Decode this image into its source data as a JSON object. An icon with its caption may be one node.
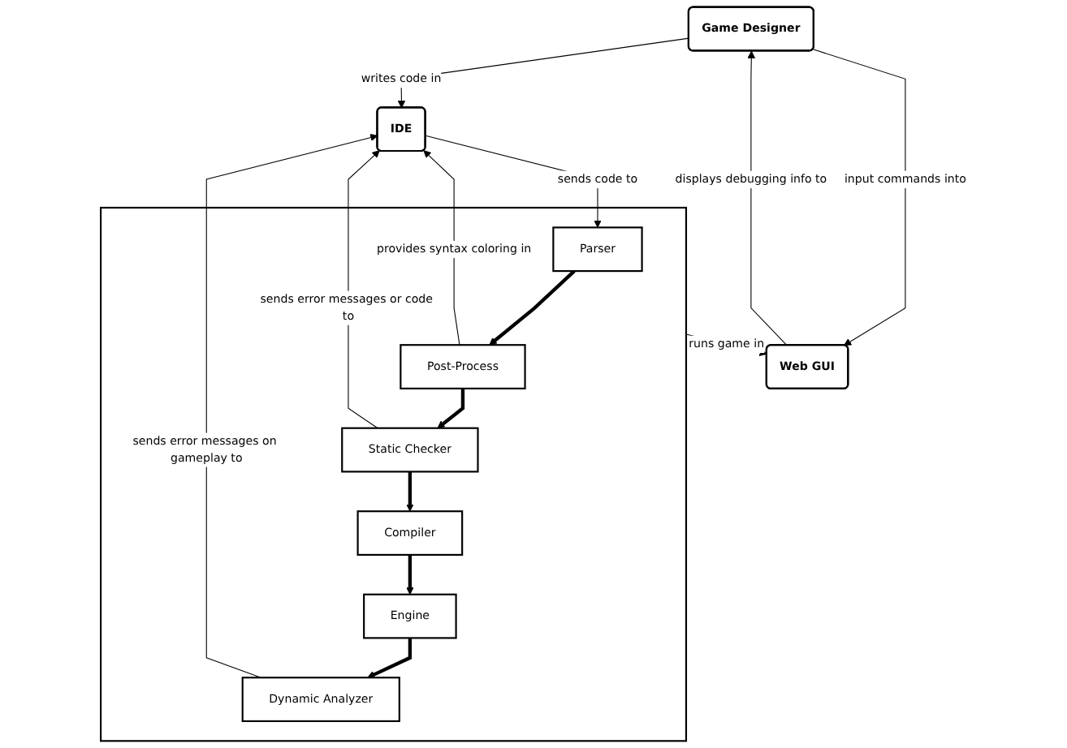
{
  "diagram": {
    "nodes": [
      {
        "text": [
          "Game Designer"
        ]
      },
      {
        "text": [
          "IDE"
        ]
      },
      {
        "text": [],
        "shape": "box"
      },
      {
        "text": [
          "Parser"
        ],
        "in": 2
      },
      {
        "text": [
          "Post-Process"
        ],
        "in": 2
      },
      {
        "text": [
          "Static Checker"
        ],
        "in": 2
      },
      {
        "text": [
          "Dynamic Analyzer"
        ],
        "in": 2
      },
      {
        "text": [
          "Engine"
        ],
        "in": 2
      },
      {
        "text": [
          "Compiler"
        ],
        "in": 2
      },
      {
        "text": [
          "Web GUI"
        ]
      }
    ],
    "edges": [
      {
        "from": 0,
        "to": 1,
        "arrow": "to",
        "label": "writes code in"
      },
      {
        "from": 1,
        "to": 3,
        "arrow": "to",
        "label": "sends code to"
      },
      {
        "from": 4,
        "to": 1,
        "arrow": "to",
        "label": "provides syntax coloring in"
      },
      {
        "from": 5,
        "to": 1,
        "arrow": "to",
        "label": "sends error messages or code to"
      },
      {
        "from": 3,
        "to": 4,
        "arrow": "to",
        "style": "thick"
      },
      {
        "from": 4,
        "to": 5,
        "arrow": "to",
        "style": "thick"
      },
      {
        "from": 5,
        "to": 8,
        "arrow": "to",
        "style": "thick"
      },
      {
        "from": 8,
        "to": 7,
        "arrow": "to",
        "style": "thick"
      },
      {
        "from": 7,
        "to": 6,
        "arrow": "to",
        "style": "thick"
      },
      {
        "from": 6,
        "to": 1,
        "arrow": "to",
        "label": "sends error messages on gameplay to"
      },
      {
        "from": 0,
        "to": 9,
        "arrow": "to",
        "label": "input commands into"
      },
      {
        "from": 9,
        "to": 0,
        "arrow": "to",
        "label": "displays debugging info to"
      },
      {
        "from": 2,
        "to": 9,
        "arrow": "to",
        "label": "runs game in"
      }
    ]
  }
}
